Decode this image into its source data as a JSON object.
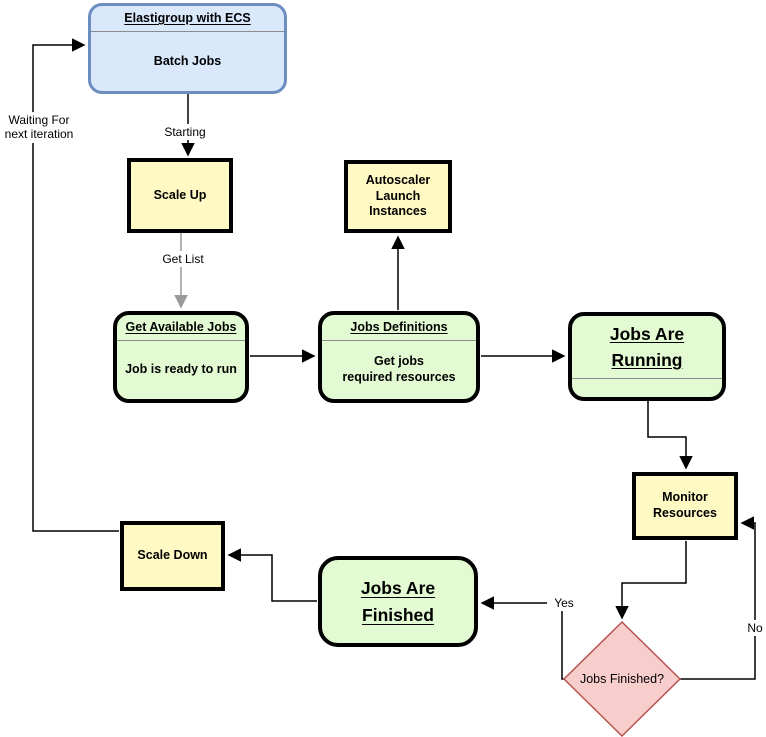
{
  "diagram": {
    "nodes": {
      "elastigroup": {
        "title": "Elastigroup with ECS",
        "body": "Batch Jobs"
      },
      "scale_up": {
        "label": "Scale Up"
      },
      "autoscaler": {
        "label": "Autoscaler\nLaunch\nInstances"
      },
      "get_available_jobs": {
        "title": "Get Available Jobs",
        "body": "Job is ready to run"
      },
      "jobs_definitions": {
        "title": "Jobs Definitions",
        "body": "Get jobs\nrequired resources"
      },
      "jobs_are_running": {
        "title": "Jobs Are\nRunning"
      },
      "monitor_resources": {
        "label": "Monitor\nResources"
      },
      "jobs_finished_decision": {
        "label": "Jobs Finished?"
      },
      "jobs_are_finished": {
        "label": "Jobs Are\nFinished"
      },
      "scale_down": {
        "label": "Scale Down"
      }
    },
    "edge_labels": {
      "starting": "Starting",
      "get_list": "Get List",
      "yes": "Yes",
      "no": "No",
      "waiting": "Waiting For\nnext iteration"
    },
    "colors": {
      "blue_fill": "#dae8fc",
      "blue_border": "#6c8ebf",
      "yellow_fill": "#fff9c4",
      "green_fill": "#e3fbd2",
      "pink_fill": "#f8cecc",
      "pink_border": "#b85450",
      "node_border": "#000000",
      "edge_black": "#000000",
      "edge_gray": "#999999",
      "divider_gray": "#8c8c8c"
    }
  }
}
